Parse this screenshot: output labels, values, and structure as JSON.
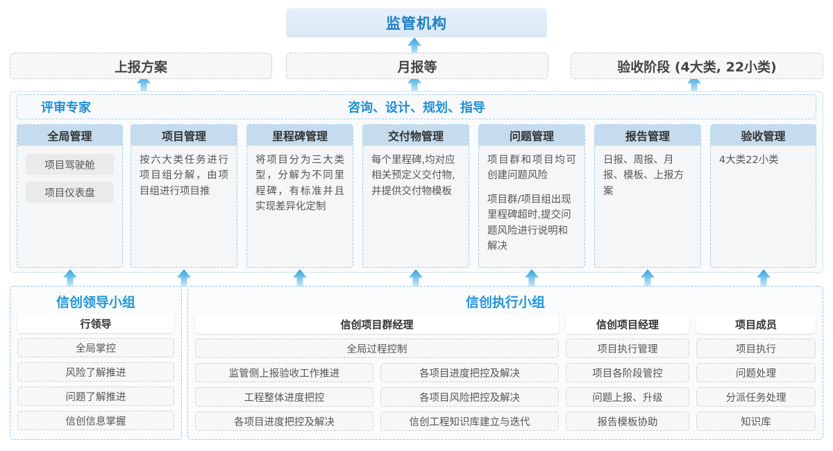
{
  "top": {
    "regulator": "监管机构",
    "channels": [
      {
        "id": "plan",
        "label": "上报方案"
      },
      {
        "id": "month",
        "label": "月报等"
      },
      {
        "id": "accept",
        "label": "验收阶段 (4大类, 22小类)"
      }
    ]
  },
  "middle": {
    "left_label": "评审专家",
    "center_label": "咨询、设计、规划、指导",
    "columns": [
      {
        "title": "全局管理",
        "paragraphs": [],
        "pills": [
          "项目驾驶舱",
          "项目仪表盘"
        ]
      },
      {
        "title": "项目管理",
        "paragraphs": [
          "按六大类任务进行项目组分解，由项目组进行项目推"
        ],
        "pills": []
      },
      {
        "title": "里程碑管理",
        "paragraphs": [
          "将项目分为三大类型，分解为不同里程碑，有标准并且实现差异化定制"
        ],
        "pills": []
      },
      {
        "title": "交付物管理",
        "paragraphs": [
          "每个里程碑,均对应相关预定义交付物,并提供交付物模板"
        ],
        "pills": []
      },
      {
        "title": "问题管理",
        "paragraphs": [
          "项目群和项目均可创建问题风险",
          "项目群/项目组出现里程碑超时,提交问题风险进行说明和解决"
        ],
        "pills": []
      },
      {
        "title": "报告管理",
        "paragraphs": [
          "日报、周报、月报、模板、上报方案"
        ],
        "pills": []
      },
      {
        "title": "验收管理",
        "paragraphs": [
          "4大类22小类"
        ],
        "pills": []
      }
    ]
  },
  "bottom": {
    "leader_group": {
      "title": "信创领导小组",
      "role": "行领导",
      "tasks": [
        "全局掌控",
        "风险了解推进",
        "问题了解推进",
        "信创信息掌握"
      ]
    },
    "exec_group": {
      "title": "信创执行小组",
      "roles": [
        {
          "name": "信创项目群经理",
          "full_task": "全局过程控制",
          "left_tasks": [
            "监管侧上报验收工作推进",
            "工程整体进度把控",
            "各项目进度把控及解决"
          ],
          "right_tasks": [
            "各项目进度把控及解决",
            "各项目风险把控及解决",
            "信创工程知识库建立与迭代"
          ]
        },
        {
          "name": "信创项目经理",
          "tasks": [
            "项目执行管理",
            "项目各阶段管控",
            "问题上报、升级",
            "报告模板协助"
          ]
        },
        {
          "name": "项目成员",
          "tasks": [
            "项目执行",
            "问题处理",
            "分派任务处理",
            "知识库"
          ]
        }
      ]
    }
  },
  "colors": {
    "accent_blue": "#1e8fd5",
    "regulator_bg": "#e0ecf8",
    "column_header_bg": "#c4dced",
    "arrow_blue": "#3aabe0",
    "dashed_grey": "#c9c9c9",
    "dashed_blue": "#9ecbe8"
  },
  "arrows": {
    "icon": "arrow-up-icon",
    "top_row_x": [
      207,
      597,
      1000
    ],
    "mid_row_x": [
      100,
      265,
      432,
      599,
      766,
      933,
      1100
    ]
  }
}
